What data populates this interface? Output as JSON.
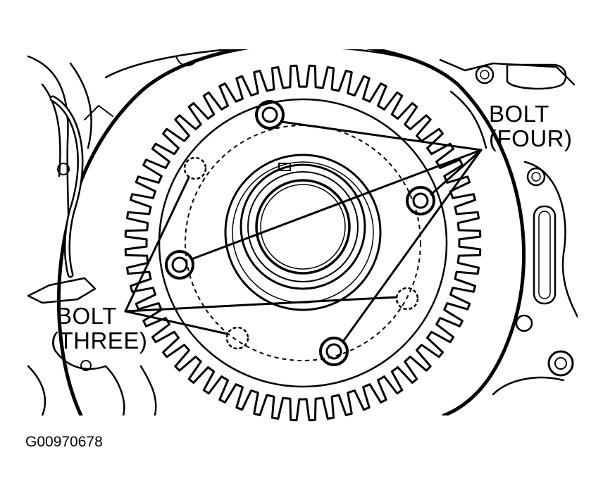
{
  "labels": {
    "bolt_four_line1": "BOLT",
    "bolt_four_line2": "(FOUR)",
    "bolt_three_line1": "BOLT",
    "bolt_three_line2": "(THREE)",
    "figure_id": "G00970678"
  },
  "colors": {
    "ink": "#000000",
    "paper": "#ffffff"
  },
  "diagram": {
    "gear_teeth": 60,
    "bolt_four_count": 4,
    "bolt_three_count": 3
  }
}
